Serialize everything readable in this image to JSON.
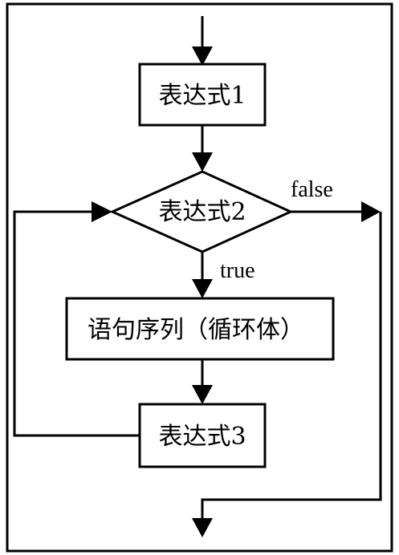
{
  "nodes": {
    "expr1": "表达式1",
    "expr2": "表达式2",
    "body": "语句序列（循环体）",
    "expr3": "表达式3"
  },
  "edge_labels": {
    "false": "false",
    "true": "true"
  },
  "colors": {
    "stroke": "#000000",
    "background": "#ffffff"
  }
}
